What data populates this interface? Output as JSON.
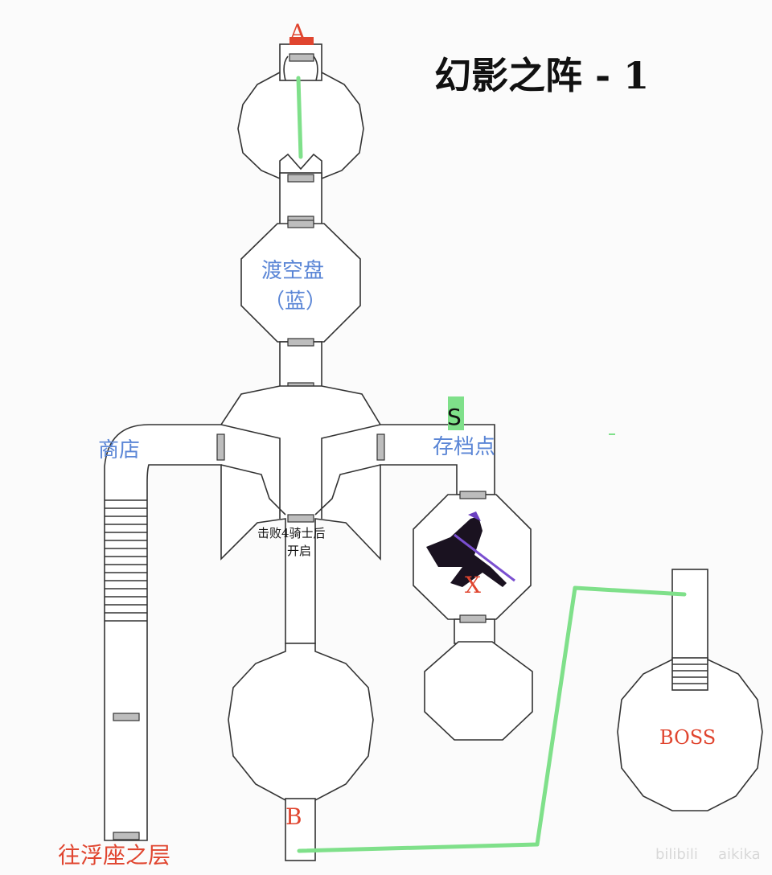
{
  "title": "幻影之阵 - 1",
  "markers": {
    "a": "A",
    "b": "B",
    "s": "S",
    "x": "X"
  },
  "rooms": {
    "disc_line1": "渡空盘",
    "disc_line2": "（蓝）",
    "shop": "商店",
    "save_point": "存档点",
    "exit": "往浮座之层",
    "boss": "BOSS",
    "gate_note_line1": "击败4骑士后",
    "gate_note_line2": "开启"
  },
  "watermark": {
    "logo": "bilibili",
    "user": "aikika"
  },
  "colors": {
    "route": "#7fe08a",
    "room_label": "#5b86d6",
    "marker": "#e0452f"
  }
}
